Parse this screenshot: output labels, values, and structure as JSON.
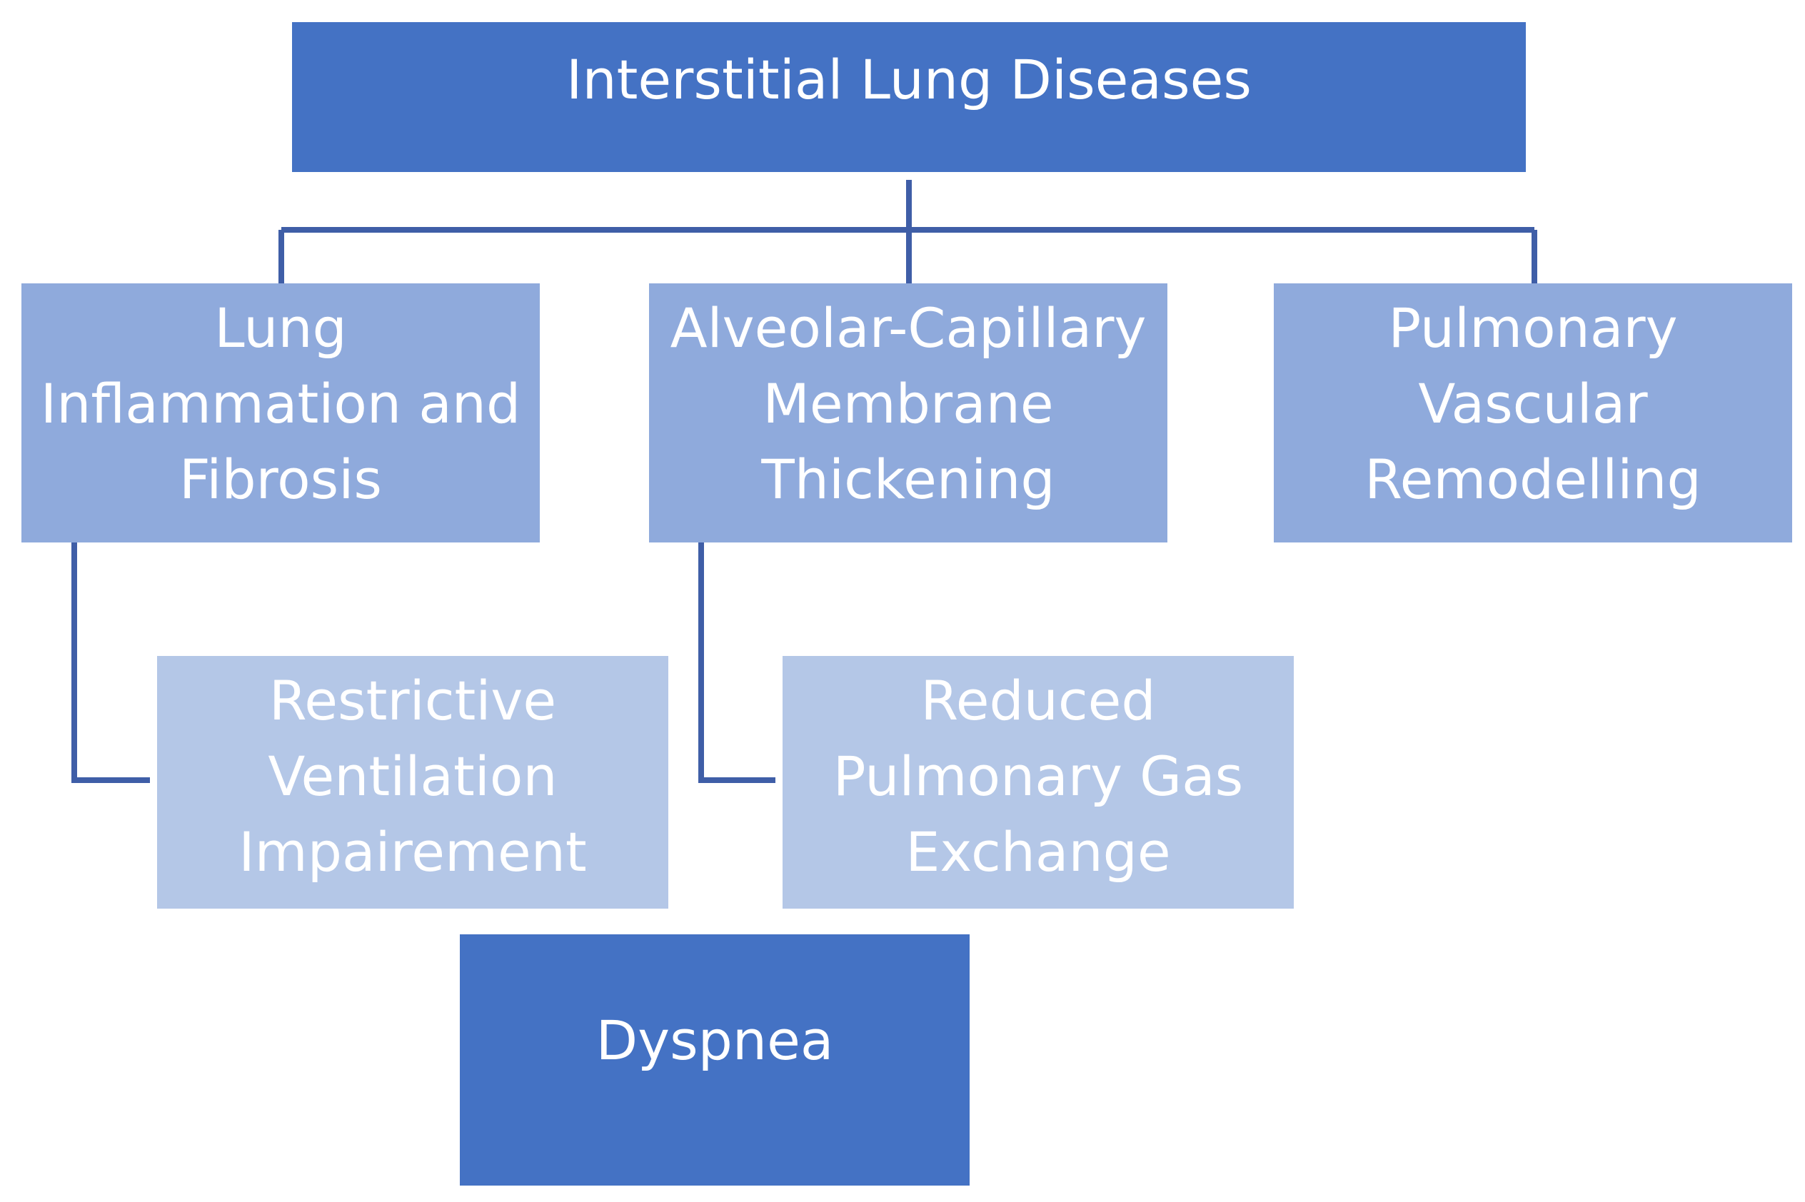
{
  "diagram": {
    "root": {
      "label": "Interstitial Lung Diseases"
    },
    "causes": [
      {
        "label": "Lung\nInflammation and\nFibrosis"
      },
      {
        "label": "Alveolar-Capillary\nMembrane\nThickening"
      },
      {
        "label": "Pulmonary\nVascular\nRemodelling"
      }
    ],
    "effects": [
      {
        "label": "Restrictive\nVentilation\nImpairement"
      },
      {
        "label": "Reduced\nPulmonary Gas\nExchange"
      }
    ],
    "outcome": {
      "label": "Dyspnea"
    }
  },
  "colors": {
    "dark_box": "#4472C4",
    "mid_box": "#8FAADC",
    "light_box": "#B4C7E7",
    "connector": "#3F5EA7",
    "text": "#FFFFFF"
  }
}
